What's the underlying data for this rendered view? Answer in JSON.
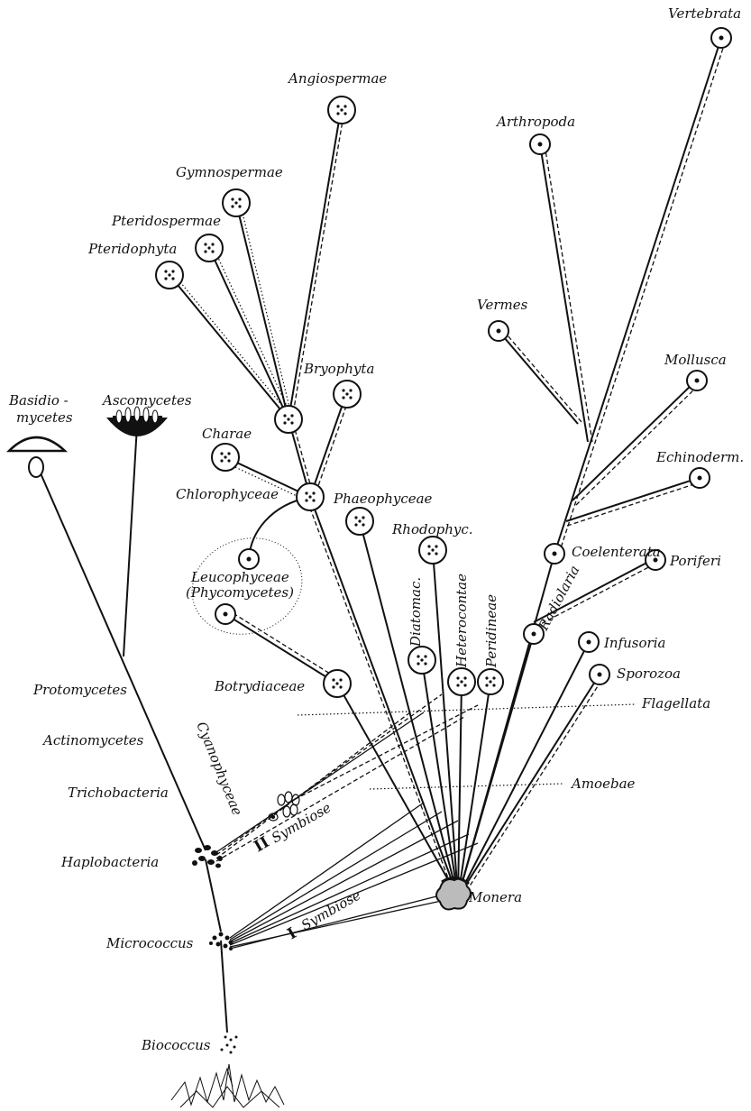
{
  "labels": {
    "vertebrata": "Vertebrata",
    "angiospermae": "Angiospermae",
    "arthropoda": "Arthropoda",
    "gymnospermae": "Gymnospermae",
    "pteridospermae": "Pteridospermae",
    "pteridophyta": "Pteridophyta",
    "vermes": "Vermes",
    "mollusca": "Mollusca",
    "bryophyta": "Bryophyta",
    "basidiomycetes_1": "Basidio -",
    "basidiomycetes_2": "mycetes",
    "ascomycetes": "Ascomycetes",
    "charae": "Charae",
    "echinoderm": "Echinoderm.",
    "chlorophyceae": "Chlorophyceae",
    "phaeophyceae": "Phaeophyceae",
    "rhodophyc": "Rhodophyc.",
    "coelenterata": "Coelenterata",
    "poriferi": "Poriferi",
    "leucophyceae": "Leucophyceae",
    "phycomycetes": "(Phycomycetes)",
    "diatomac": "Diatomac.",
    "heterocontae": "Heterocontae",
    "peridineae": "Peridineae",
    "radiolaria": "Radiolaria",
    "infusoria": "Infusoria",
    "sporozoa": "Sporozoa",
    "botrydiaceae": "Botrydiaceae",
    "flagellata": "Flagellata",
    "protomycetes": "Protomycetes",
    "actinomycetes": "Actinomycetes",
    "cyanophyceae": "Cyanophyceae",
    "trichobacteria": "Trichobacteria",
    "amoebae": "Amoebae",
    "symbiose_2_num": "II",
    "symbiose_2": "Symbiose",
    "haplobacteria": "Haplobacteria",
    "monera": "Monera",
    "symbiose_1_num": "I",
    "symbiose_1": "Symbiose",
    "micrococcus": "Micrococcus",
    "biococcus": "Biococcus"
  },
  "colors": {
    "ink": "#111111",
    "paper": "#ffffff"
  }
}
